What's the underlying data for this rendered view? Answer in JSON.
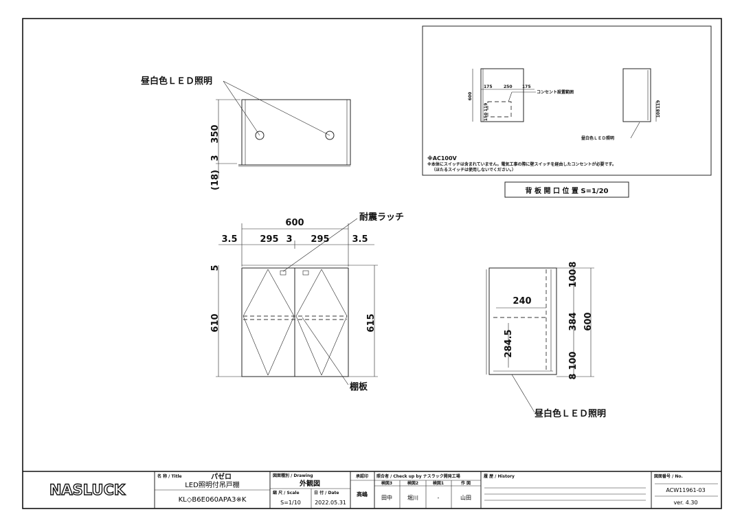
{
  "top_view": {
    "led_label": "昼白色ＬＥＤ照明",
    "dim_350": "350",
    "dim_3": "3",
    "dim_18": "(18)"
  },
  "front_view": {
    "latch_label": "耐震ラッチ",
    "shelf_label": "棚板",
    "dim_width": "600",
    "dims_parts": [
      "3.5",
      "295",
      "3",
      "295",
      "3.5"
    ],
    "dim_5": "5",
    "dim_610": "610",
    "dim_615": "615"
  },
  "side_view": {
    "led_label": "昼白色ＬＥＤ照明",
    "dim_240": "240",
    "dim_2845": "284.5",
    "dims_right": [
      "8",
      "100",
      "384",
      "100",
      "8"
    ],
    "dim_600": "600"
  },
  "inset": {
    "dims": [
      "175",
      "250",
      "175"
    ],
    "dim_600": "600",
    "dim_119": "119",
    "dim_150": "150",
    "dim_108": "108",
    "dim_119b": "119",
    "outlet_label": "コンセント設置範囲",
    "led_label": "昼白色ＬＥＤ照明",
    "note1": "※AC100V",
    "note2": "※本体にスイッチは含まれていません。電気工事の際に壁スイッチを経由したコンセントが必要です。",
    "note3": "（ほたるスイッチは使用しないでください。）",
    "caption": "背 板 開 口 位 置  S=1/20"
  },
  "title_block": {
    "logo": "NASLUCK",
    "title_label": "名 称 / Title",
    "title": "パゼロ",
    "subtitle": "LED照明付吊戸棚",
    "model": "KL◇B6E060APA3※K",
    "drawing_label": "図面種別 / Drawing",
    "drawing": "外観図",
    "scale_label": "縮 尺 / Scale",
    "scale": "S=1/10",
    "date_label": "日 付 / Date",
    "date": "2022.05.31",
    "approve_label": "承認印",
    "approver": "高嶋",
    "check_label": "照合者 / Check up by ナスラック開発工場",
    "check_cols": [
      "検図3",
      "検図2",
      "検図1",
      "作 図"
    ],
    "check_vals": [
      "田中",
      "堀川",
      "-",
      "山田"
    ],
    "history_label": "履 歴 / History",
    "no_label": "図面番号 / No.",
    "number": "ACW11961-03",
    "version": "ver. 4.30"
  }
}
